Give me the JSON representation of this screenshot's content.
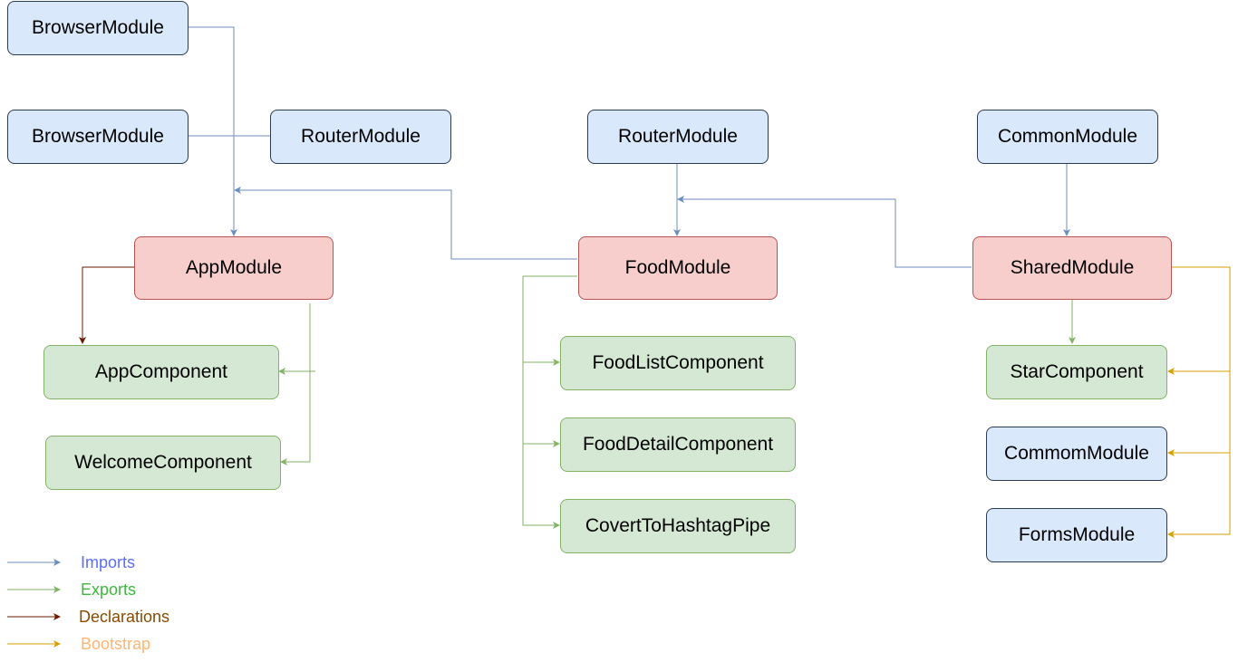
{
  "nodes": {
    "browser_module_1": "BrowserModule",
    "browser_module_2": "BrowserModule",
    "router_module_1": "RouterModule",
    "router_module_2": "RouterModule",
    "common_module": "CommonModule",
    "app_module": "AppModule",
    "food_module": "FoodModule",
    "shared_module": "SharedModule",
    "app_component": "AppComponent",
    "welcome_component": "WelcomeComponent",
    "food_list_component": "FoodListComponent",
    "food_detail_component": "FoodDetailComponent",
    "covert_to_hashtag_pipe": "CovertToHashtagPipe",
    "star_component": "StarComponent",
    "commom_module": "CommomModule",
    "forms_module": "FormsModule"
  },
  "legend": [
    {
      "label": "Imports",
      "text_color": "#5b6ef5",
      "line_color": "#6c8ebf"
    },
    {
      "label": "Exports",
      "text_color": "#3fb83f",
      "line_color": "#82b366"
    },
    {
      "label": "Declarations",
      "text_color": "#8a4a00",
      "line_color": "#6b1a00"
    },
    {
      "label": "Bootstrap",
      "text_color": "#ffb570",
      "line_color": "#d6a000"
    }
  ],
  "colors": {
    "imports": "#6c8ebf",
    "exports": "#82b366",
    "declarations": "#6b1a00",
    "bootstrap": "#d6a000"
  }
}
